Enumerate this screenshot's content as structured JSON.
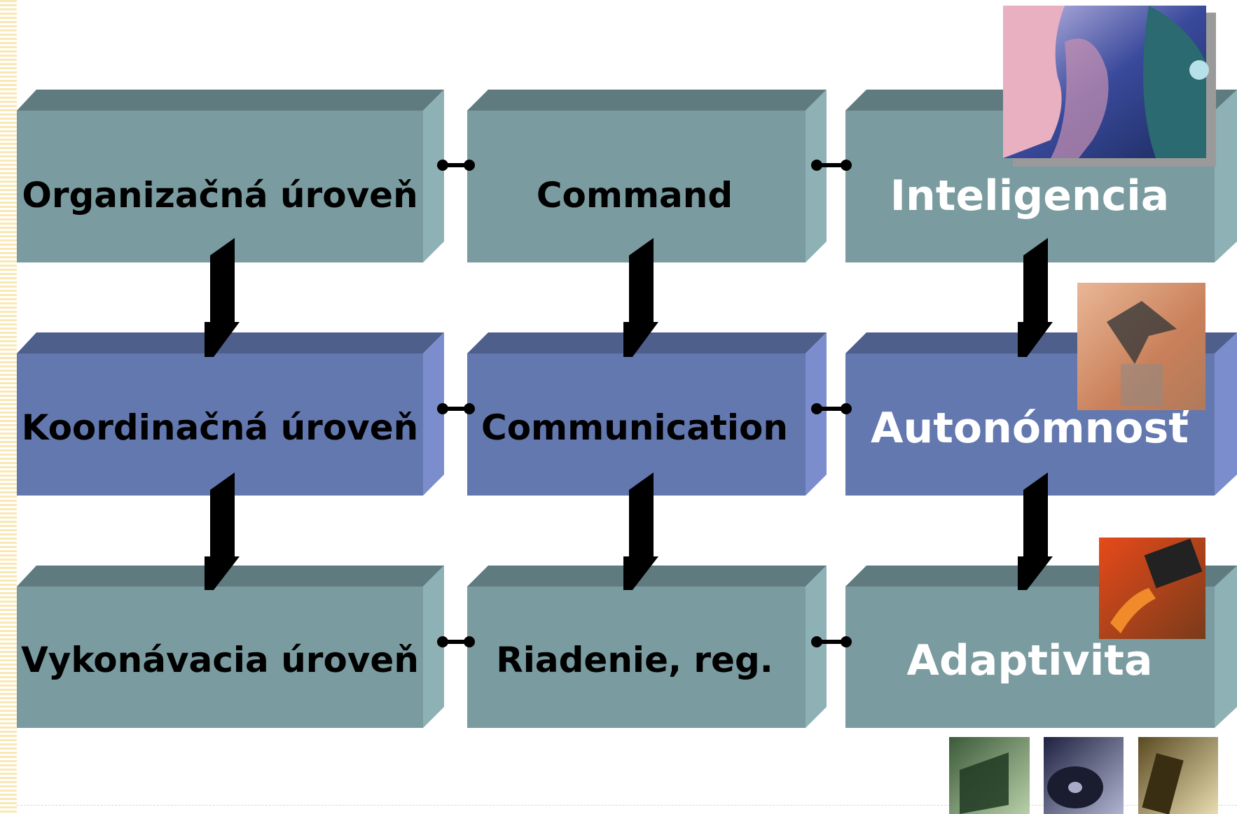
{
  "rows": [
    {
      "name": "row-organization",
      "boxes": [
        "Organizačná úroveň",
        "Command",
        "Inteligencia"
      ]
    },
    {
      "name": "row-coordination",
      "boxes": [
        "Koordinačná úroveň",
        "Communication",
        "Autonómnosť"
      ]
    },
    {
      "name": "row-execution",
      "boxes": [
        "Vykonávacia úroveň",
        "Riadenie, reg.",
        "Adaptivita"
      ]
    }
  ],
  "colors": {
    "teal_front": "#7a9ba0",
    "teal_top": "#5f7b7f",
    "teal_side": "#8db1b5",
    "blue_front": "#6478b0",
    "blue_top": "#4f5f8c",
    "blue_side": "#7b8dcc",
    "dark_text": "#000000",
    "light_text": "#ffffff",
    "stripe": "#f9e7b4"
  },
  "pictures": [
    "human-and-robot-faces-picture",
    "robot-arm-picture",
    "industrial-robot-picture",
    "floppy-disk-icon",
    "compact-disc-icon",
    "microchip-icon"
  ]
}
